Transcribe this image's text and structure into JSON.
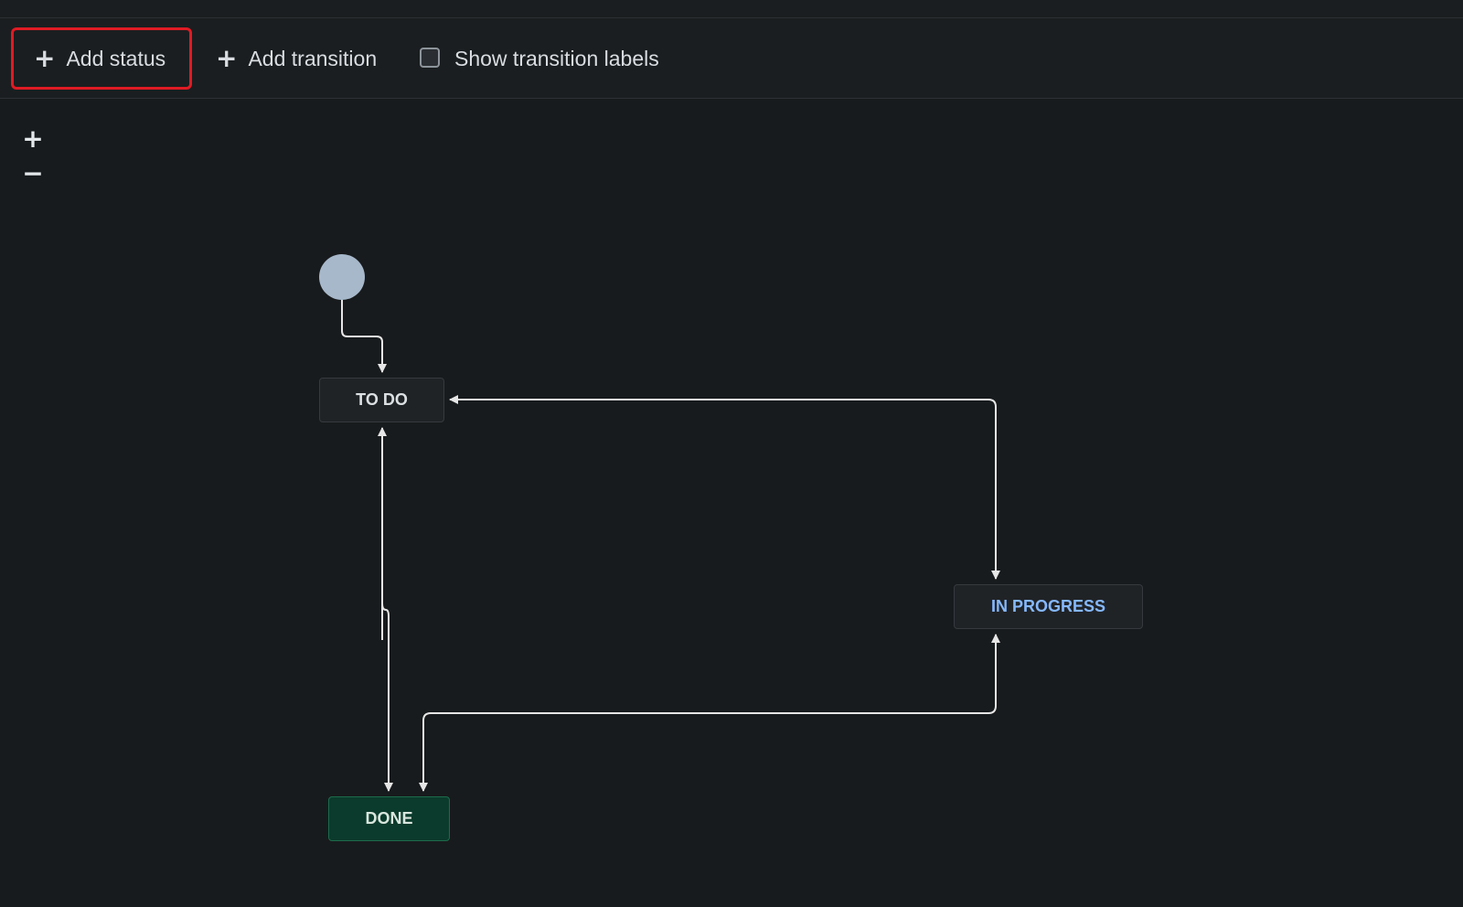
{
  "toolbar": {
    "add_status_label": "Add status",
    "add_transition_label": "Add transition",
    "show_labels_label": "Show transition labels",
    "show_labels_checked": false
  },
  "zoom": {
    "in_label": "+",
    "out_label": "−"
  },
  "workflow": {
    "statuses": {
      "todo": "TO DO",
      "in_progress": "IN PROGRESS",
      "done": "DONE"
    }
  },
  "colors": {
    "background": "#181b1d",
    "highlight_border": "#e01b24",
    "in_progress_text": "#85b8ff",
    "done_fill": "#0b3b2c",
    "start_node": "#a7b8cb",
    "arrow": "#e6e6e6"
  }
}
